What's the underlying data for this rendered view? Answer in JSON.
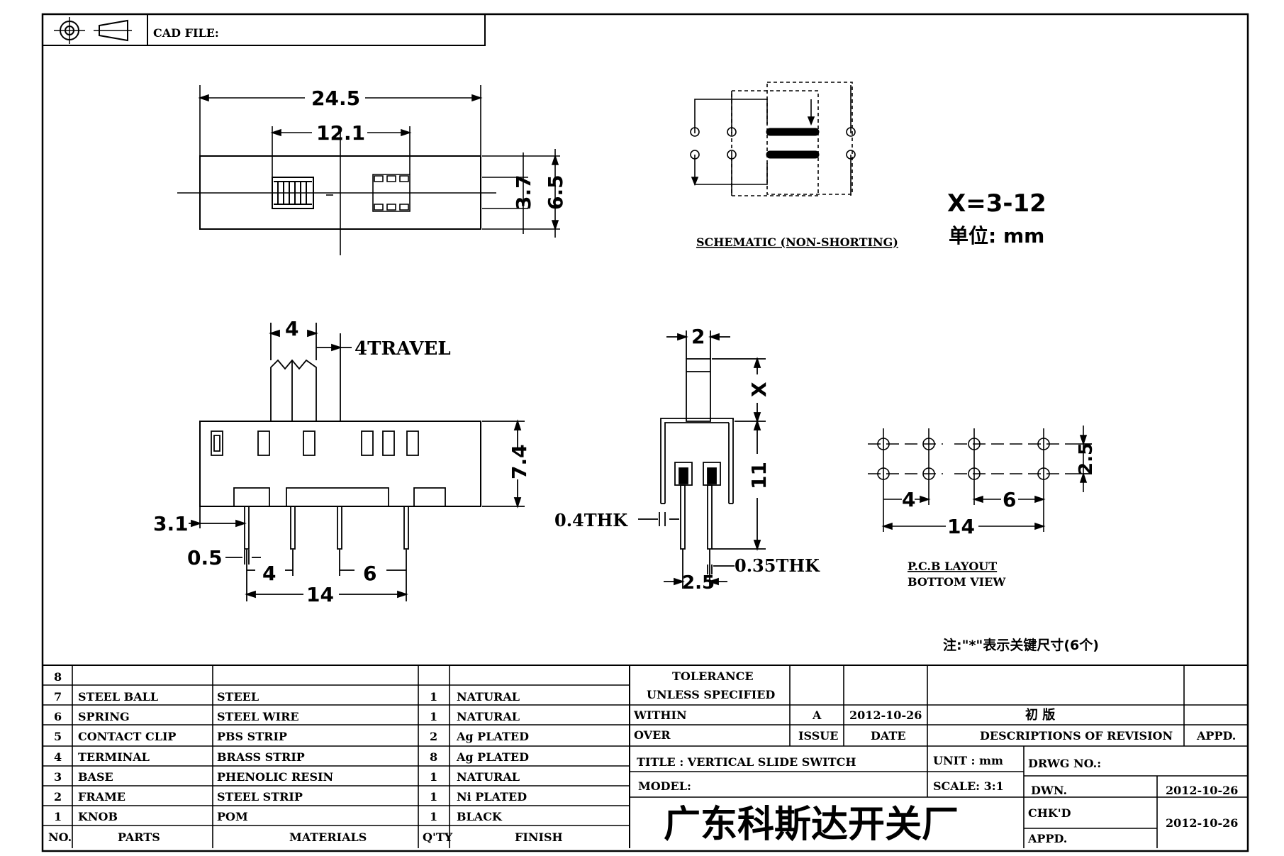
{
  "header": {
    "cad_file_label": "CAD FILE:",
    "projection_symbol": "third-angle-projection-icon"
  },
  "top_view": {
    "overall_length": "24.5",
    "slot_length": "12.1",
    "slot_width": "3.7",
    "body_width": "6.5"
  },
  "schematic": {
    "caption": "SCHEMATIC (NON-SHORTING)"
  },
  "notes": {
    "x_range": "X=3-12",
    "unit": "单位:  mm",
    "key_dim_note": "注:\"*\"表示关键尺寸(6个)"
  },
  "front_view": {
    "knob_width": "4",
    "travel": "4TRAVEL",
    "height": "7.4",
    "edge_offset": "3.1",
    "pin_thickness": "0.5",
    "pitch_a": "4",
    "pitch_b": "6",
    "overall_pitch": "14"
  },
  "side_view": {
    "knob_width": "2",
    "knob_height": "X",
    "body_height": "11",
    "frame_thk": "0.4THK",
    "pin_thk": "0.35THK",
    "pin_pitch": "2.5"
  },
  "pcb": {
    "row_pitch": "2.5",
    "pitch_a": "4",
    "pitch_b": "6",
    "overall": "14",
    "caption_1": "P.C.B LAYOUT",
    "caption_2": "BOTTOM VIEW"
  },
  "bom": {
    "header": {
      "no": "NO.",
      "parts": "PARTS",
      "materials": "MATERIALS",
      "qty": "Q'TY",
      "finish": "FINISH"
    },
    "rows": [
      {
        "no": "8",
        "parts": "",
        "materials": "",
        "qty": "",
        "finish": ""
      },
      {
        "no": "7",
        "parts": "STEEL BALL",
        "materials": "STEEL",
        "qty": "1",
        "finish": "NATURAL"
      },
      {
        "no": "6",
        "parts": "SPRING",
        "materials": "STEEL WIRE",
        "qty": "1",
        "finish": "NATURAL"
      },
      {
        "no": "5",
        "parts": "CONTACT CLIP",
        "materials": "PBS STRIP",
        "qty": "2",
        "finish": "Ag PLATED"
      },
      {
        "no": "4",
        "parts": "TERMINAL",
        "materials": "BRASS STRIP",
        "qty": "8",
        "finish": "Ag PLATED"
      },
      {
        "no": "3",
        "parts": "BASE",
        "materials": "PHENOLIC RESIN",
        "qty": "1",
        "finish": "NATURAL"
      },
      {
        "no": "2",
        "parts": "FRAME",
        "materials": "STEEL STRIP",
        "qty": "1",
        "finish": "Ni PLATED"
      },
      {
        "no": "1",
        "parts": "KNOB",
        "materials": "POM",
        "qty": "1",
        "finish": "BLACK"
      }
    ]
  },
  "tolerance": {
    "line1": "TOLERANCE",
    "line2": "UNLESS  SPECIFIED",
    "within": "WITHIN",
    "over": "OVER"
  },
  "revision": {
    "issue_value": "A",
    "date_value": "2012-10-26",
    "description_value": "初 版",
    "issue_label": "ISSUE",
    "date_label": "DATE",
    "description_label": "DESCRIPTIONS OF REVISION",
    "appd_label": "APPD."
  },
  "title_block": {
    "title": "TITLE :  VERTICAL SLIDE SWITCH",
    "model": "MODEL:",
    "unit": "UNIT :  mm",
    "scale": "SCALE:  3:1",
    "drwg_no": "DRWG NO.:",
    "dwn_label": "DWN.",
    "dwn_date": "2012-10-26",
    "chkd_label": "CHK'D",
    "chkd_date": "2012-10-26",
    "appd_label": "APPD.",
    "company": "广东科斯达开关厂"
  }
}
